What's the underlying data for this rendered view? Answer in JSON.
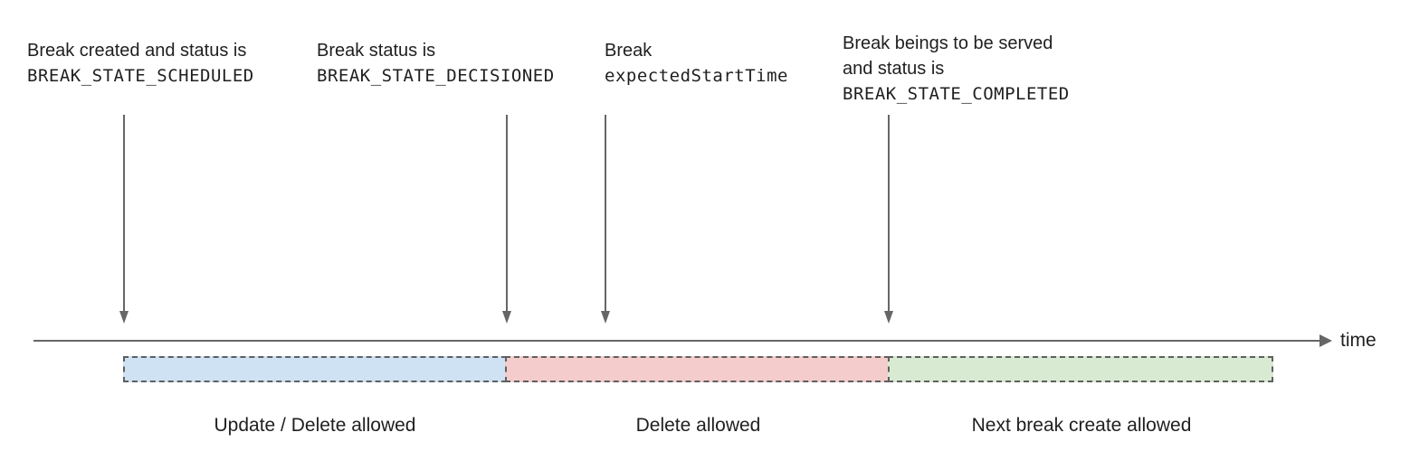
{
  "annotations": [
    {
      "text": "Break created and status is",
      "code": "BREAK_STATE_SCHEDULED"
    },
    {
      "text": "Break status is",
      "code": "BREAK_STATE_DECISIONED"
    },
    {
      "text": "Break",
      "code": "expectedStartTime"
    },
    {
      "text": "Break beings to be served",
      "text2": "and status is",
      "code": "BREAK_STATE_COMPLETED"
    }
  ],
  "timeline": {
    "axis_label": "time"
  },
  "segments": [
    {
      "label": "Update / Delete allowed",
      "color": "#cfe2f3"
    },
    {
      "label": "Delete allowed",
      "color": "#f4cccc"
    },
    {
      "label": "Next break create allowed",
      "color": "#d9ead3"
    }
  ],
  "colors": {
    "arrow": "#666666",
    "dashed_border": "#5f5f5f",
    "text": "#1f1f1f"
  }
}
